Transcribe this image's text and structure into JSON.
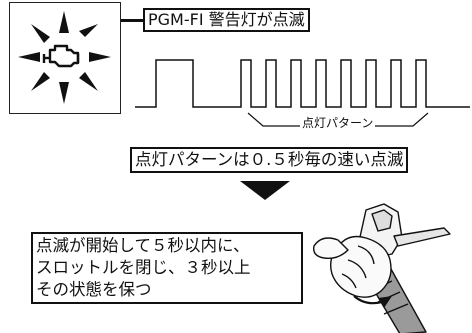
{
  "warning_label": "PGM-FI 警告灯が点滅",
  "pattern_label": "点灯パターン",
  "pattern_caption": "点灯パターンは０.５秒毎の速い点滅",
  "instructions": [
    "点滅が開始して５秒以内に、",
    "スロットルを閉じ、３秒以上",
    "その状態を保つ"
  ],
  "icons": {
    "warning_lamp": "engine-check-lamp-icon",
    "arrow": "down-triangle-arrow-icon",
    "throttle": "throttle-grip-illustration"
  },
  "colors": {
    "ink": "#111111",
    "background": "#ffffff"
  }
}
